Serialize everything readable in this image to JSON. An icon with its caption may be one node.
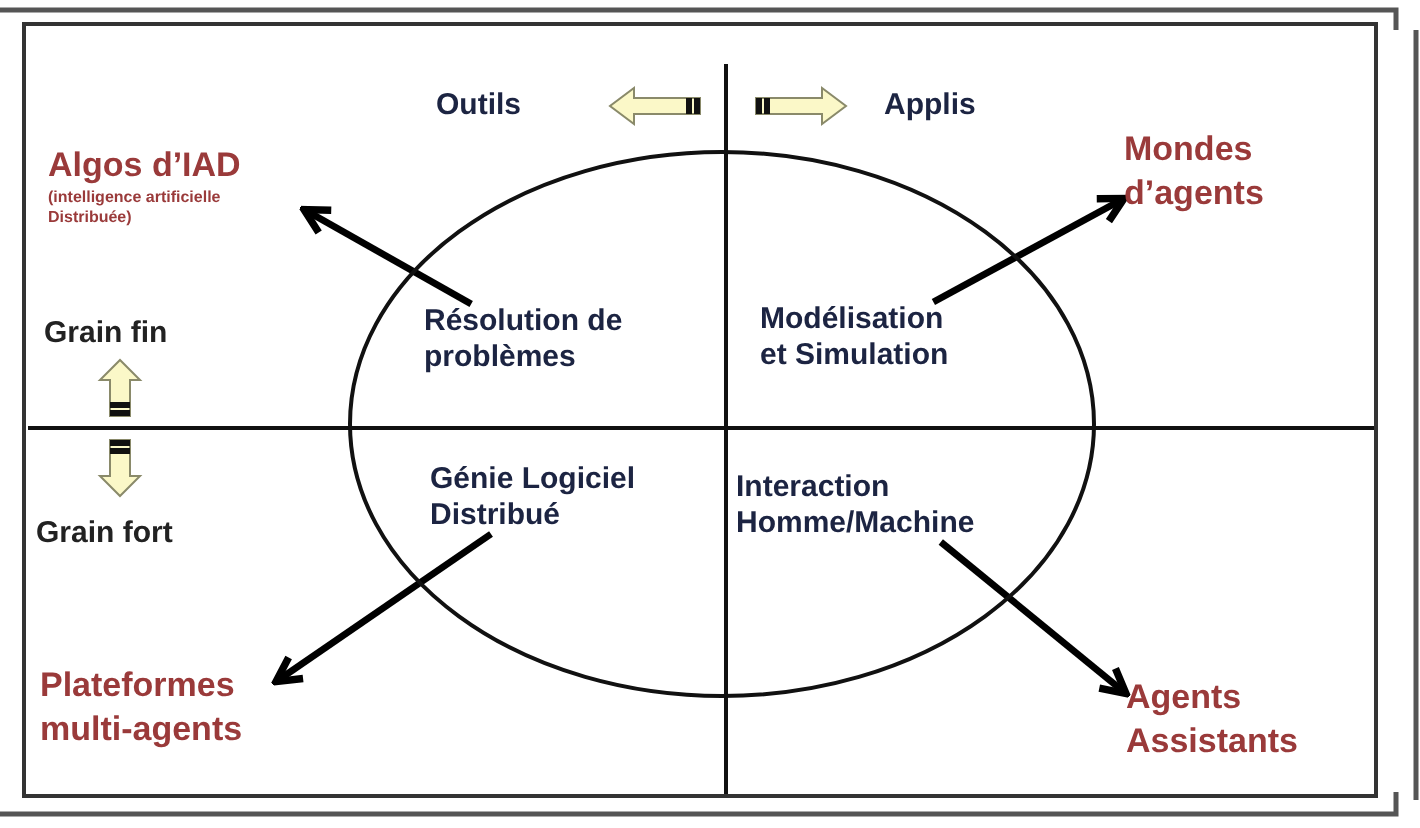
{
  "diagram": {
    "nodes": [
      {
        "text": [
          "Algos d’IAD",
          "(intelligence artificielle Distribuée)"
        ]
      },
      {
        "text": [
          "Mondes d’agents"
        ]
      },
      {
        "text": [],
        "shape": "circle"
      },
      {
        "text": [
          "Résolution de problèmes"
        ],
        "in": 2
      },
      {
        "text": [
          "Modélisation et Simulation"
        ],
        "in": 2
      },
      {
        "text": [
          "Génie Logiciel Distribué"
        ],
        "in": 2
      },
      {
        "text": [
          "Interaction Homme/Machine"
        ],
        "in": 2
      },
      {
        "text": [
          "Plateformes multi-agents"
        ]
      },
      {
        "text": [
          "Agents Assistants"
        ]
      }
    ],
    "edges": [
      {
        "from": 3,
        "to": 0,
        "arrow": "to"
      },
      {
        "from": 4,
        "to": 1,
        "arrow": "to"
      },
      {
        "from": 5,
        "to": 7,
        "arrow": "to"
      },
      {
        "from": 6,
        "to": 8,
        "arrow": "to"
      }
    ],
    "labels": [
      "Outils",
      "Applis",
      "Grain fin",
      "Grain fort"
    ]
  }
}
